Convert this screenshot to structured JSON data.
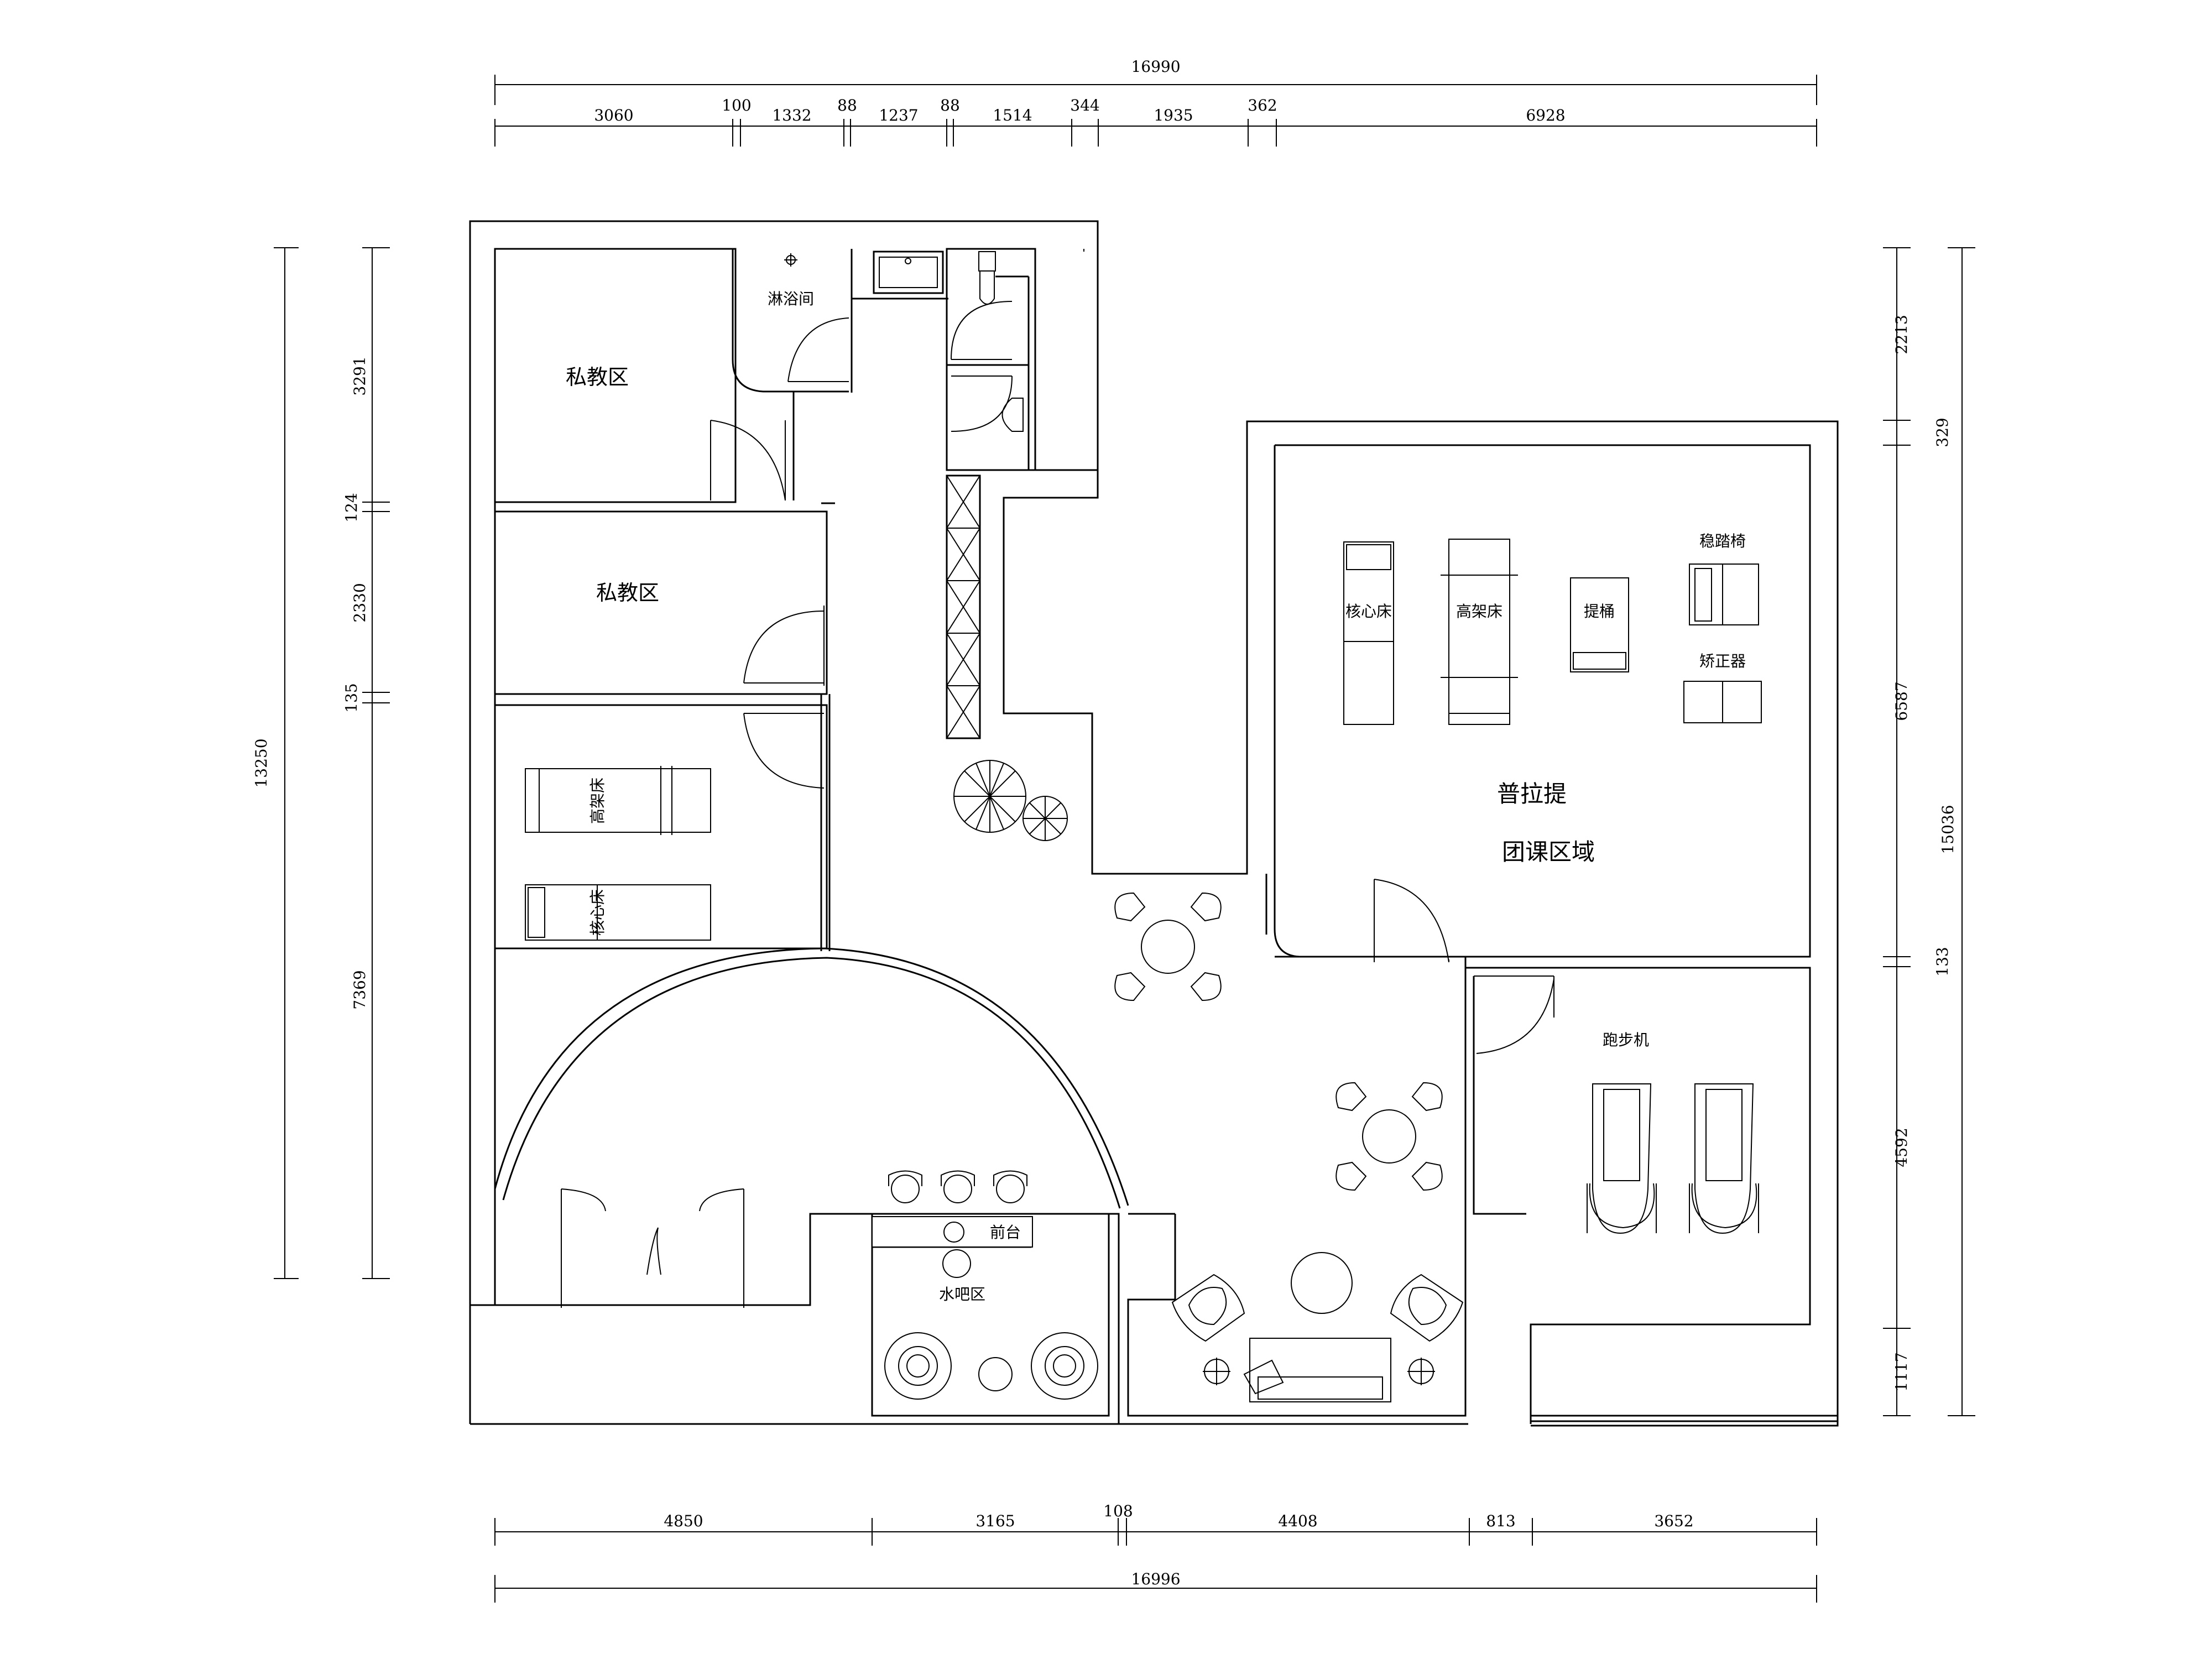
{
  "dimensions": {
    "top_total": "16990",
    "top_segments": [
      "3060",
      "100",
      "1332",
      "88",
      "1237",
      "88",
      "1514",
      "344",
      "1935",
      "362",
      "6928"
    ],
    "bottom_segments": [
      "4850",
      "3165",
      "108",
      "4408",
      "813",
      "3652"
    ],
    "bottom_total": "16996",
    "left_total": "13250",
    "left_segments": [
      "3291",
      "124",
      "2330",
      "135",
      "7369"
    ],
    "right_total": "15036",
    "right_segments": [
      "2213",
      "329",
      "6587",
      "133",
      "4592",
      "1117"
    ]
  },
  "rooms": {
    "private_training_1": "私教区",
    "private_training_2": "私教区",
    "shower_room": "淋浴间",
    "pilates": "普拉提",
    "group_class_area": "团课区域",
    "treadmill": "跑步机",
    "front_desk": "前台",
    "water_bar": "水吧区"
  },
  "equipment": {
    "core_bed": "核心床",
    "high_frame_bed": "高架床",
    "barrel": "提桶",
    "stable_chair": "稳踏椅",
    "corrector": "矫正器",
    "left_high_frame_bed": "高架床",
    "left_core_bed": "核心床"
  }
}
